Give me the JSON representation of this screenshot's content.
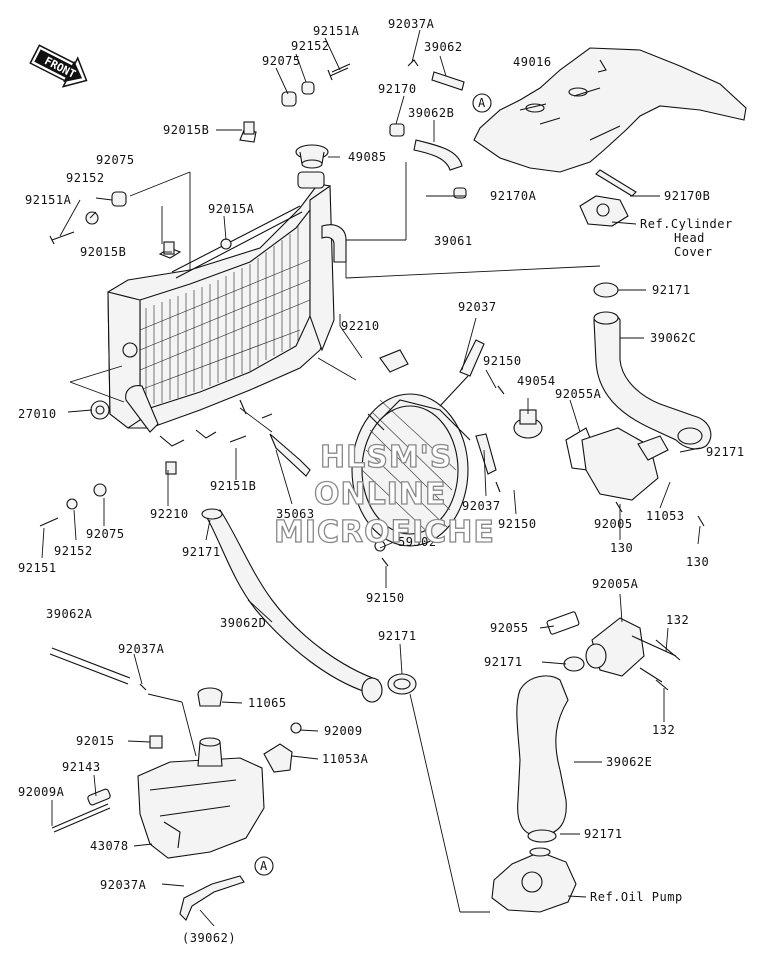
{
  "front_label": "FRONT",
  "callout_a": "A",
  "watermark": [
    "HLSM'S",
    "ONLINE",
    "MICROFICHE"
  ],
  "labels": {
    "p92151A_top": "92151A",
    "p92037A_top": "92037A",
    "p92152_top": "92152",
    "p39062": "39062",
    "p92075_top": "92075",
    "p49016": "49016",
    "p92170": "92170",
    "p92015B_top": "92015B",
    "p39062B": "39062B",
    "p49085": "49085",
    "p92075_left": "92075",
    "p92152_left": "92152",
    "p92170A": "92170A",
    "p92151A_left": "92151A",
    "p92015A": "92015A",
    "p92170B": "92170B",
    "ref_cyl": "Ref.Cylinder",
    "ref_cyl_2": "Head",
    "ref_cyl_3": "Cover",
    "p39061": "39061",
    "p92015B_mid": "92015B",
    "p92171_r1": "92171",
    "p92037_mid": "92037",
    "p92210_mid": "92210",
    "p39062C": "39062C",
    "p92150_a": "92150",
    "p49054": "49054",
    "p92055A": "92055A",
    "p27010": "27010",
    "p92171_r2": "92171",
    "p92151B": "92151B",
    "p92210_low": "92210",
    "p92037_low": "92037",
    "p92150_b": "92150",
    "p92005": "92005",
    "p11053": "11053",
    "p92075_low": "92075",
    "p35063": "35063",
    "p130_a": "130",
    "p130_b": "130",
    "p92152_low": "92152",
    "p92171_low": "92171",
    "p59502": "59502",
    "p92151": "92151",
    "p92150_c": "92150",
    "p92005A": "92005A",
    "p39062A": "39062A",
    "p39062D": "39062D",
    "p92171_mid": "92171",
    "p92055": "92055",
    "p132_a": "132",
    "p92037A_low": "92037A",
    "p92171_r3": "92171",
    "p11065": "11065",
    "p132_b": "132",
    "p92015": "92015",
    "p92009": "92009",
    "p11053A": "11053A",
    "p92143": "92143",
    "p39062E": "39062E",
    "p92009A": "92009A",
    "p43078": "43078",
    "p92171_bot": "92171",
    "p92037A_bot": "92037A",
    "ref_oil": "Ref.Oil Pump",
    "p39062_paren": "(39062)"
  }
}
